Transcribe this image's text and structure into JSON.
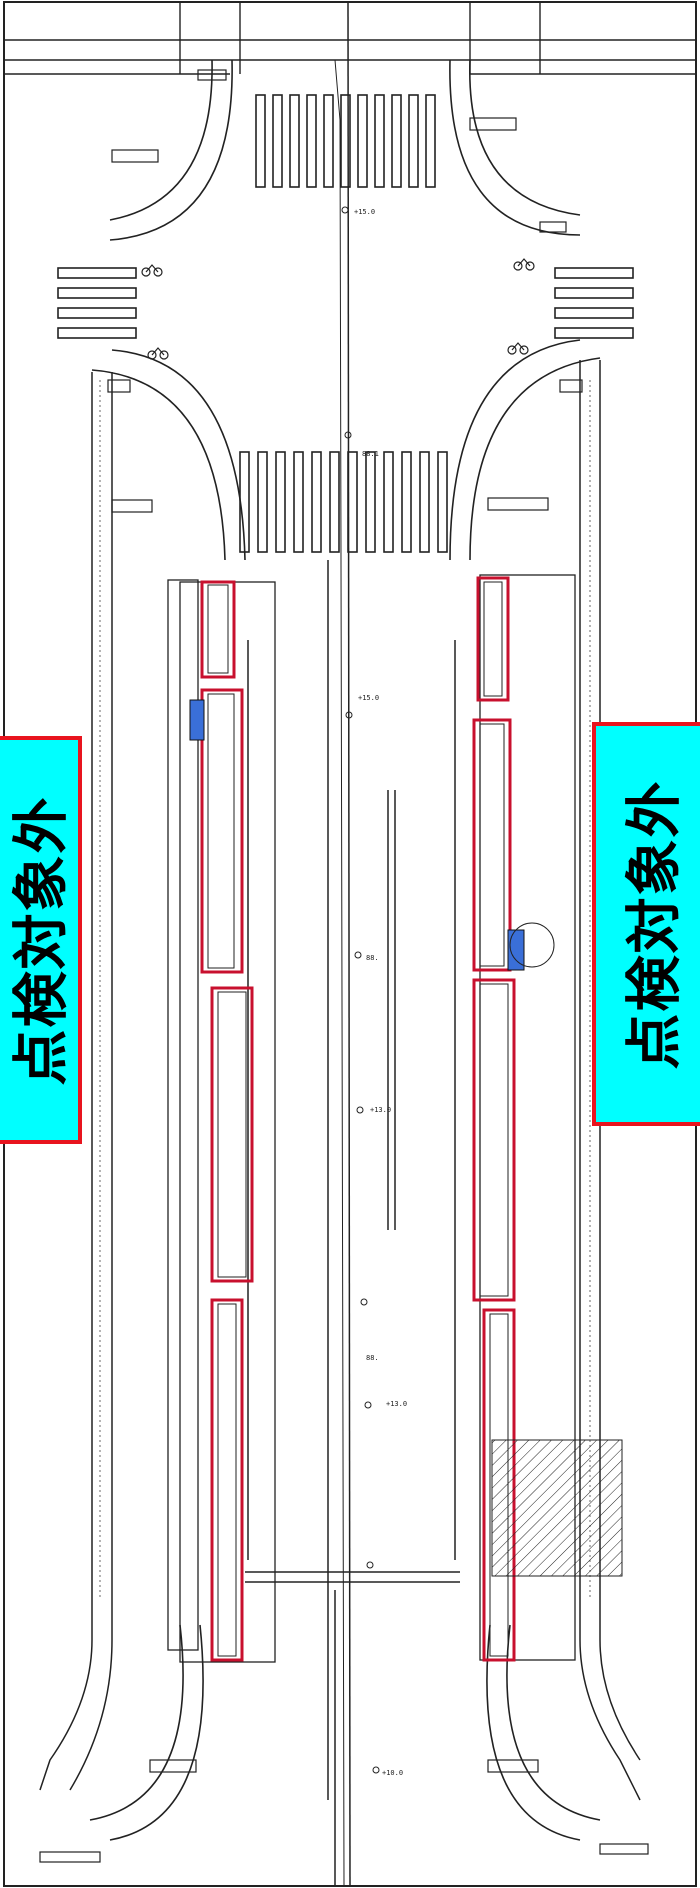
{
  "labels": {
    "left_notice": "点検対象外",
    "right_notice": "点検対象外"
  },
  "elevation_marks": [
    "+15.0",
    "+15.0",
    "+13.0",
    "+13.0",
    "+10.0"
  ],
  "stop_codes": [
    "88.1",
    "88.",
    "88."
  ],
  "colors": {
    "label_fill": "#00ffff",
    "label_border": "#e8141e",
    "highlight_outline": "#c8102e",
    "equipment_blue": "#3a6fd8",
    "line": "#222222"
  },
  "icons": [
    "bicycle-icon",
    "bicycle-icon",
    "bicycle-icon",
    "bicycle-icon"
  ]
}
